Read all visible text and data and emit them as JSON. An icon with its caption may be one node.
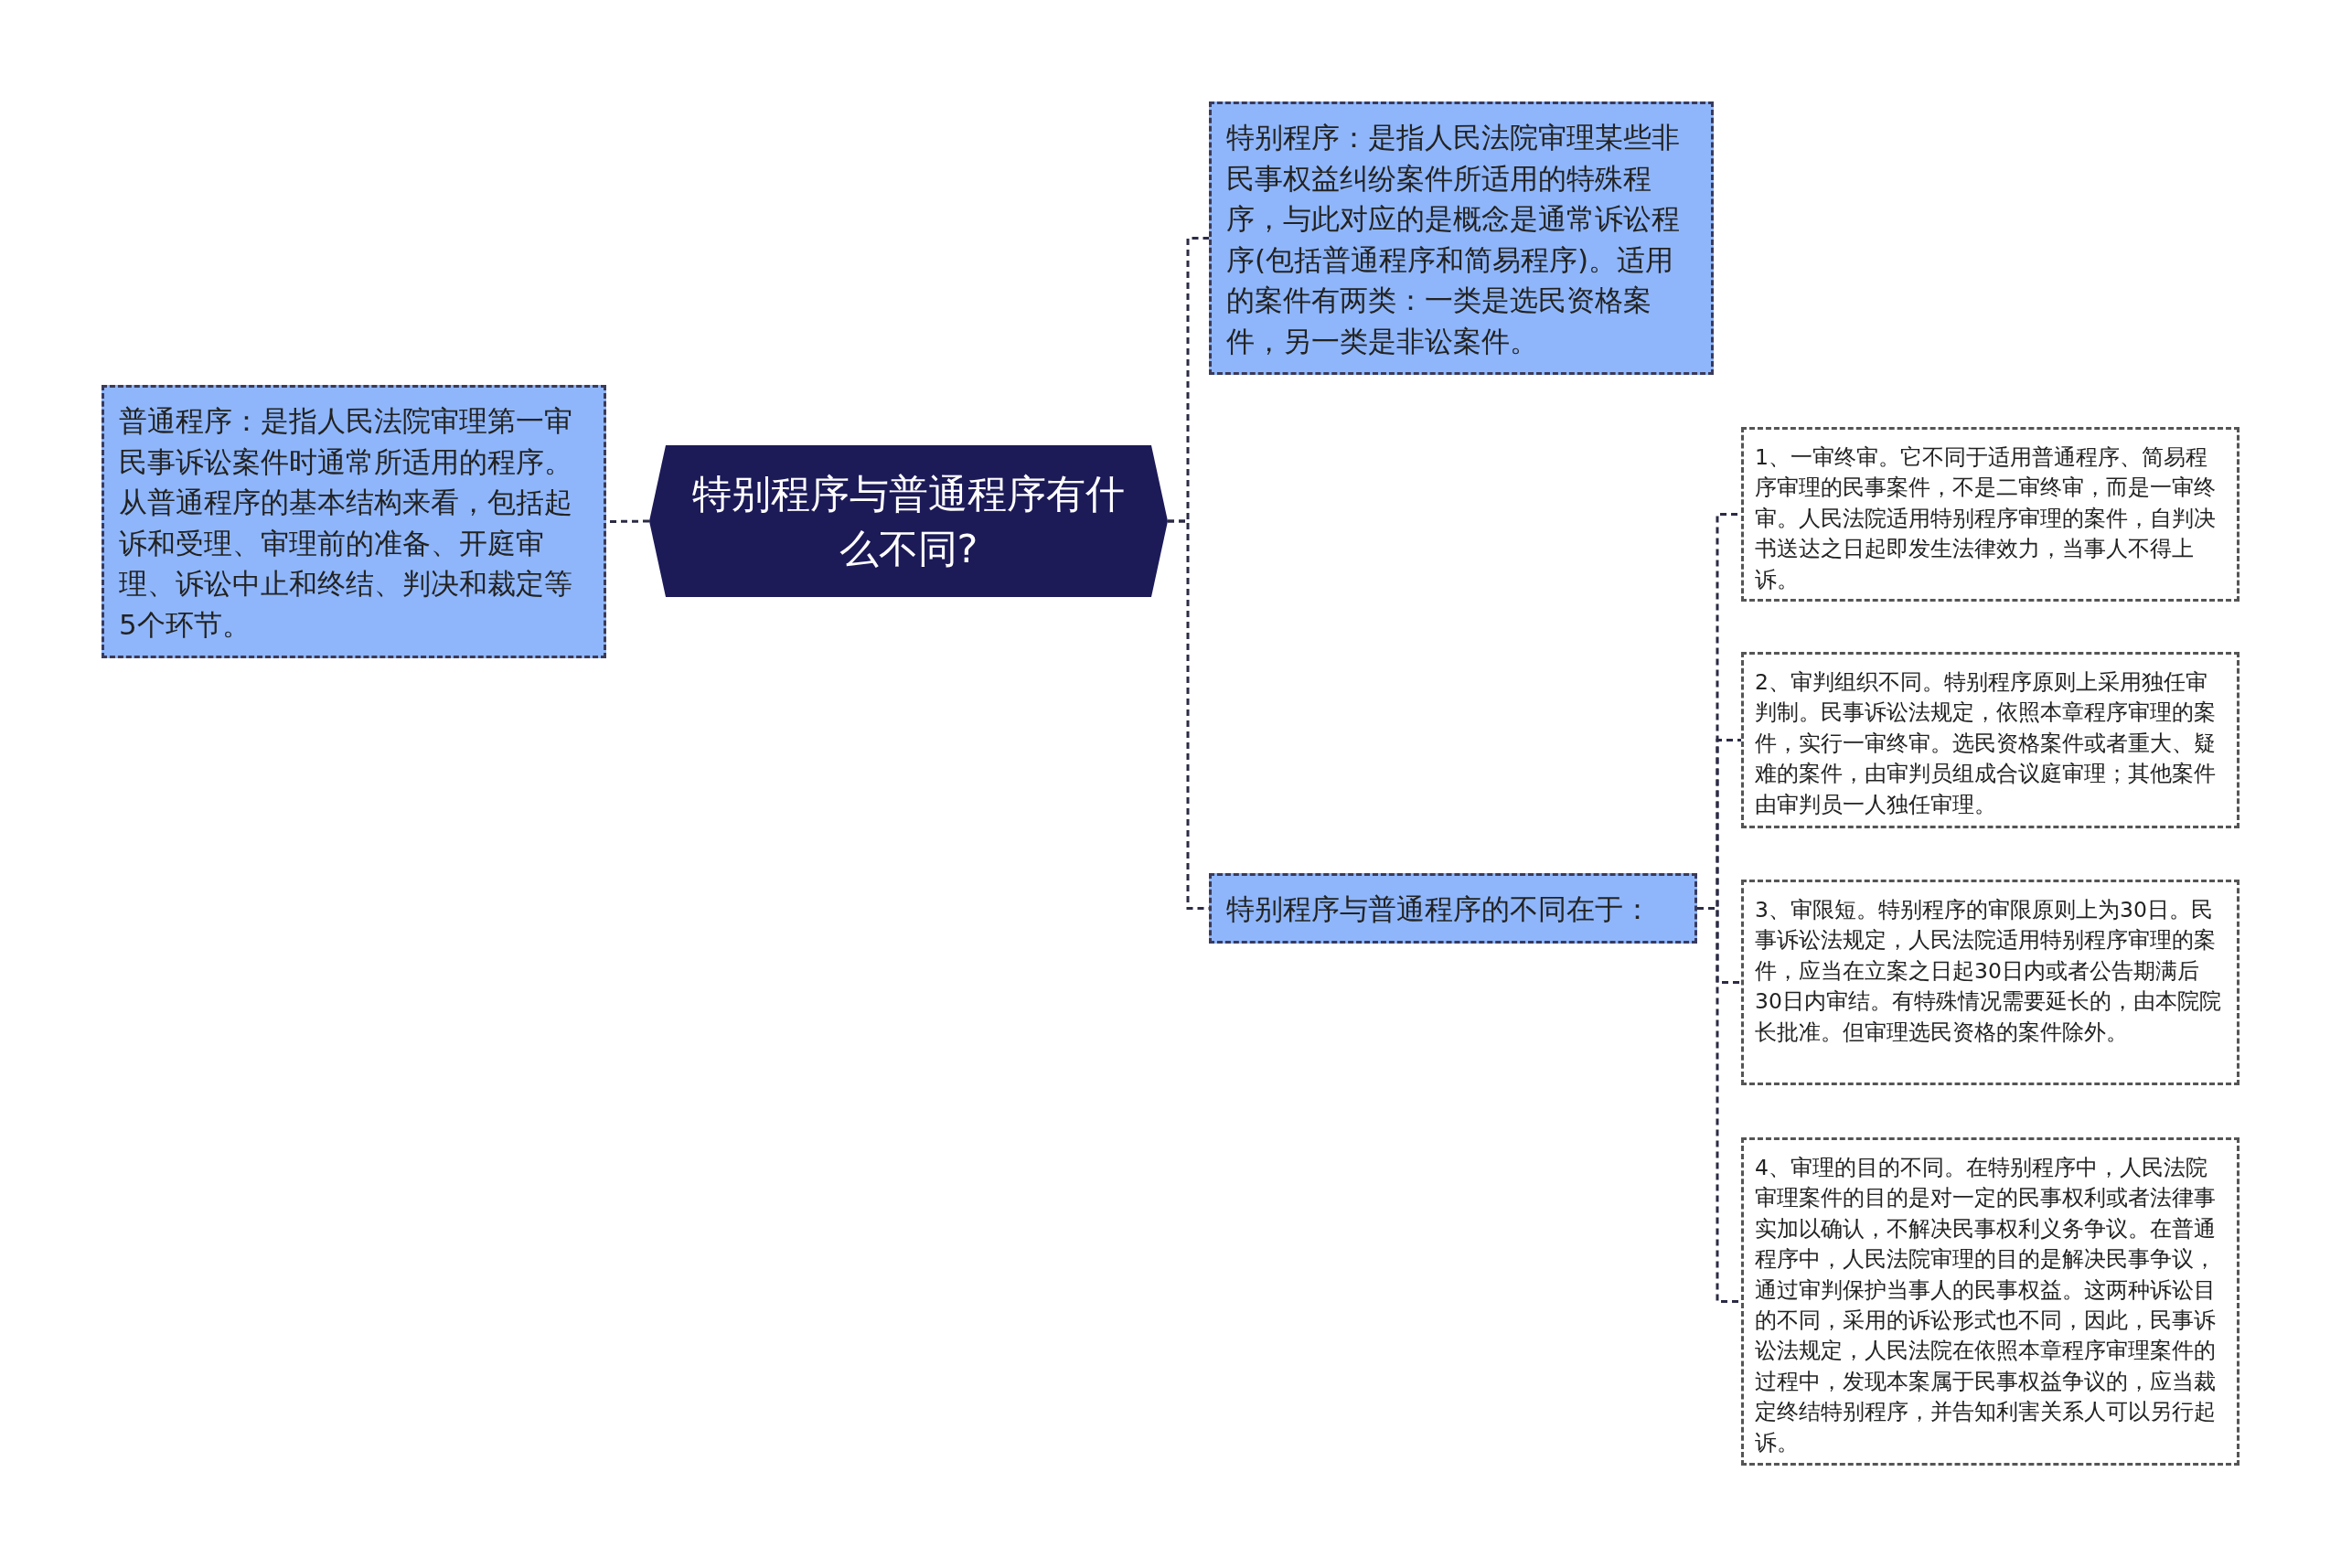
{
  "diagram": {
    "nodes": [
      {
        "text": [
          "特别程序与普通程序有什么不同?"
        ]
      },
      {
        "text": [
          "普通程序：是指人民法院审理第一审民事诉讼案件时通常所适用的程序。从普通程序的基本结构来看，包括起诉和受理、审理前的准备、开庭审理、诉讼中止和终结、判决和裁定等5个环节。"
        ]
      },
      {
        "text": [
          "特别程序：是指人民法院审理某些非民事权益纠纷案件所适用的特殊程序，与此对应的是概念是通常诉讼程序(包括普通程序和简易程序)。适用的案件有两类：一类是选民资格案件，另一类是非讼案件。"
        ]
      },
      {
        "text": [
          "特别程序与普通程序的不同在于："
        ]
      },
      {
        "text": [
          "1、一审终审。它不同于适用普通程序、简易程序审理的民事案件，不是二审终审，而是一审终审。人民法院适用特别程序审理的案件，自判决书送达之日起即发生法律效力，当事人不得上诉。"
        ]
      },
      {
        "text": [
          "2、审判组织不同。特别程序原则上采用独任审判制。民事诉讼法规定，依照本章程序审理的案件，实行一审终审。选民资格案件或者重大、疑难的案件，由审判员组成合议庭审理；其他案件由审判员一人独任审理。"
        ]
      },
      {
        "text": [
          "3、审限短。特别程序的审限原则上为30日。民事诉讼法规定，人民法院适用特别程序审理的案件，应当在立案之日起30日内或者公告期满后30日内审结。有特殊情况需要延长的，由本院院长批准。但审理选民资格的案件除外。"
        ]
      },
      {
        "text": [
          "4、审理的目的不同。在特别程序中，人民法院审理案件的目的是对一定的民事权利或者法律事实加以确认，不解决民事权利义务争议。在普通程序中，人民法院审理的目的是解决民事争议，通过审判保护当事人的民事权益。这两种诉讼目的不同，采用的诉讼形式也不同，因此，民事诉讼法规定，人民法院在依照本章程序审理案件的过程中，发现本案属于民事权益争议的，应当裁定终结特别程序，并告知利害关系人可以另行起诉。"
        ]
      }
    ],
    "edges": [
      {
        "from": 0,
        "to": 1,
        "arrow": "none"
      },
      {
        "from": 0,
        "to": 2,
        "arrow": "none"
      },
      {
        "from": 0,
        "to": 3,
        "arrow": "none"
      },
      {
        "from": 3,
        "to": 4,
        "arrow": "none"
      },
      {
        "from": 3,
        "to": 5,
        "arrow": "none"
      },
      {
        "from": 3,
        "to": 6,
        "arrow": "none"
      },
      {
        "from": 3,
        "to": 7,
        "arrow": "none"
      }
    ]
  }
}
